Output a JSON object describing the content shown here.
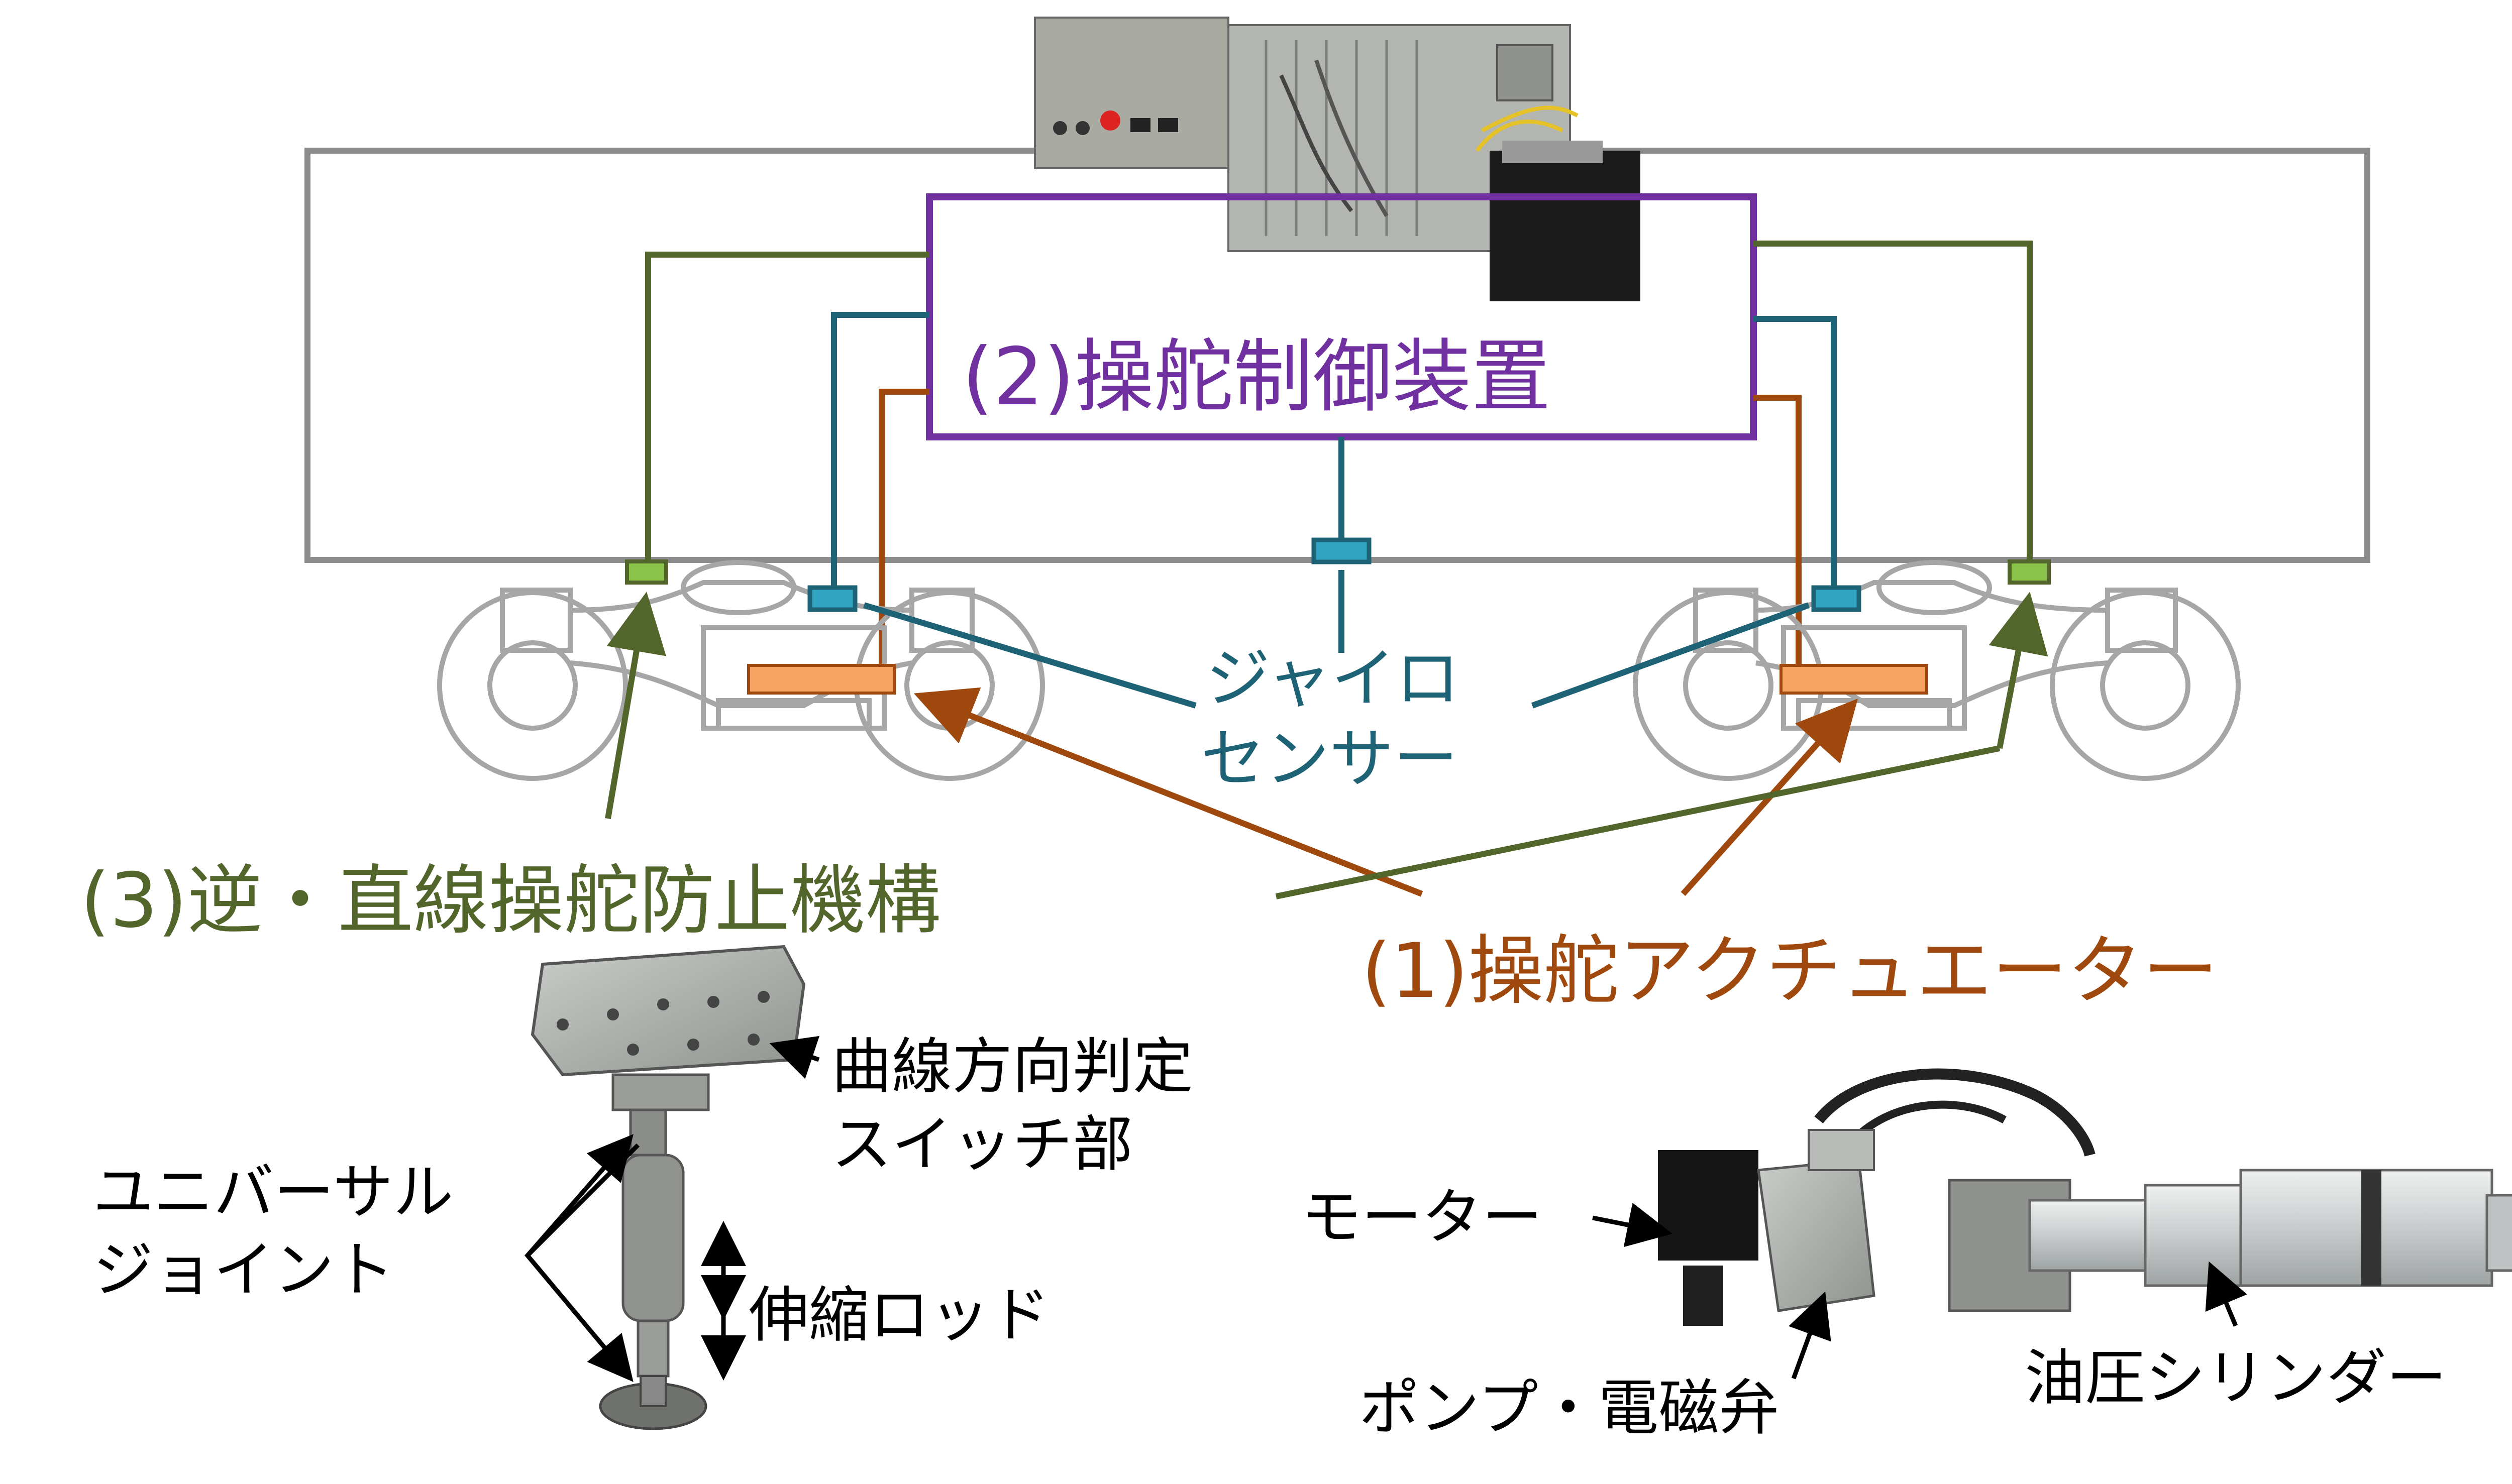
{
  "colors": {
    "control": "#7030A0",
    "actuator": "#A0490E",
    "anti_steer": "#52662B",
    "gyro": "#1E6375",
    "car_outline": "#8C8C8C",
    "truck_outline": "#A6A6A6",
    "actuator_fill": "#F4A460",
    "gyro_fill": "#31A4C2",
    "mech_fill": "#8BC34A",
    "caption": "#000000"
  },
  "labels": {
    "control_unit": "(2)操舵制御装置",
    "gyro_line1": "ジャイロ",
    "gyro_line2": "センサー",
    "anti_steer": "(3)逆・直線操舵防止機構",
    "actuator": "(1)操舵アクチュエーター"
  },
  "mechanism_photo": {
    "switch_line1": "曲線方向判定",
    "switch_line2": "スイッチ部",
    "joint_line1": "ユニバーサル",
    "joint_line2": "ジョイント",
    "rod": "伸縮ロッド"
  },
  "actuator_photo": {
    "motor": "モーター",
    "pump": "ポンプ・電磁弁",
    "cylinder": "油圧シリンダー"
  },
  "icons": [
    "control-cabinet-photo",
    "bogie-drawing",
    "gyro-sensor-icon",
    "actuator-icon",
    "mechanism-photo",
    "actuator-photo"
  ]
}
